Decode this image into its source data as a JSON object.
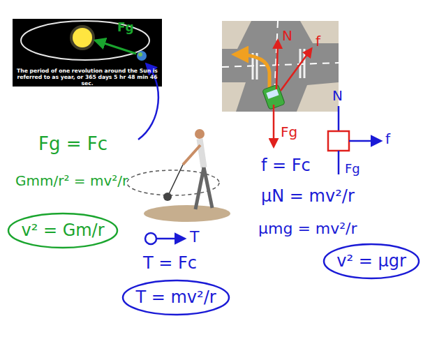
{
  "diagram": {
    "nodes": [
      {
        "text": [
          "Fg",
          "The period of one revolution around the Sun is referred to as year, or 365 days 5 hr 48 min 46 sec."
        ]
      },
      {
        "text": [
          "v² = Gm/r"
        ]
      },
      {
        "text": [
          "T = mv²/r"
        ]
      },
      {
        "text": [
          "v² = μgr"
        ]
      }
    ],
    "labels": [
      "N",
      "f",
      "Fg",
      "Fg = Fc",
      "Gmm/r² = mv²/r",
      "T",
      "T = Fc",
      "N",
      "f",
      "Fg",
      "f = Fc",
      "μN = mv²/r",
      "μmg = mv²/r"
    ]
  }
}
